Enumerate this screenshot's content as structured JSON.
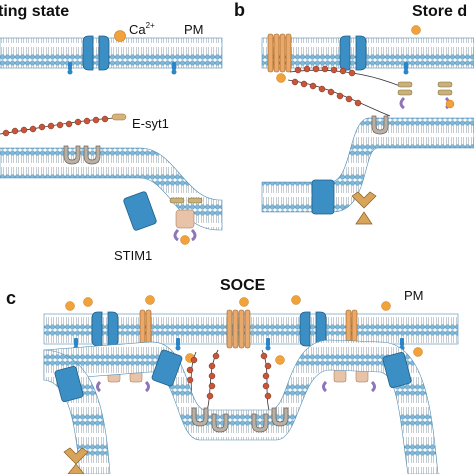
{
  "panels": {
    "a": {
      "title": "ting state"
    },
    "b": {
      "letter": "b",
      "title": "Store d"
    },
    "c": {
      "letter": "c",
      "title": "SOCE"
    }
  },
  "labels": {
    "ca_prefix": "Ca",
    "ca_sup": "2+",
    "pm_a": "PM",
    "esyt1": "E-syt1",
    "stim1": "STIM1",
    "pm_c": "PM"
  },
  "colors": {
    "membrane": "#8fc3df",
    "membrane_edge": "#4f8db5",
    "channel": "#3b8fc4",
    "orai": "#e8a96a",
    "tether": "#c8553a",
    "ion": "#f2a23a",
    "stim": "#c9b27a",
    "lipid_head": "#7fb8d8"
  }
}
